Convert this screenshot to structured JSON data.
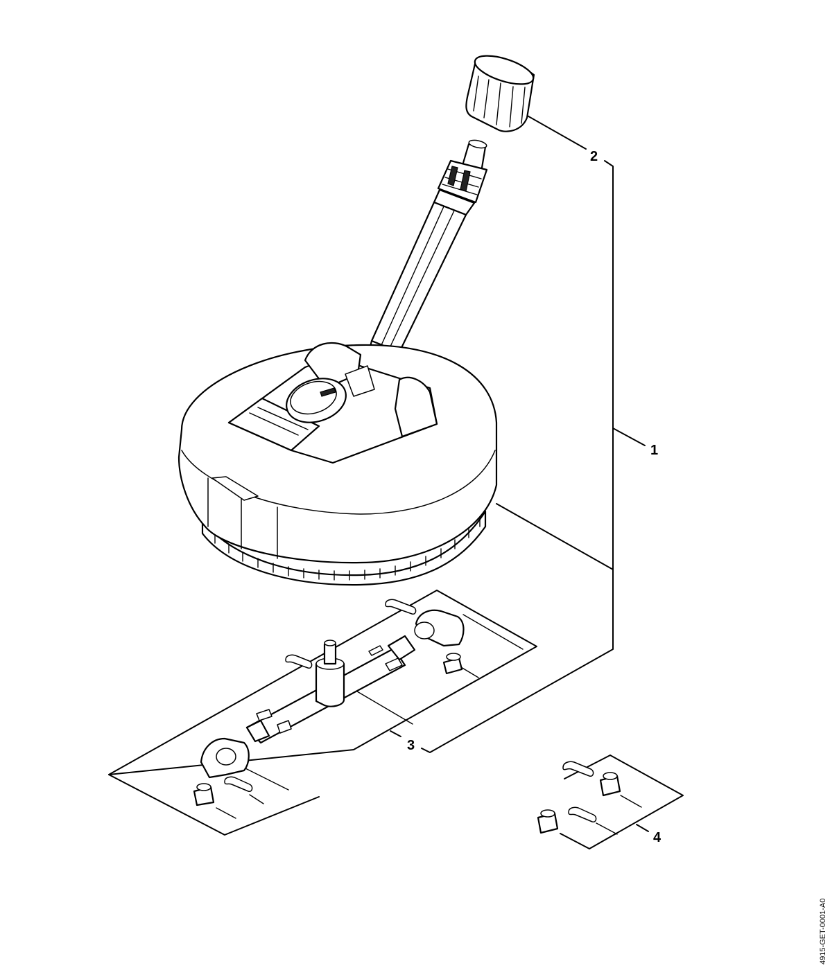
{
  "callouts": {
    "c1": "1",
    "c2": "2",
    "c3": "3",
    "c4": "4"
  },
  "document_id": "4915-GET-0001-A0"
}
